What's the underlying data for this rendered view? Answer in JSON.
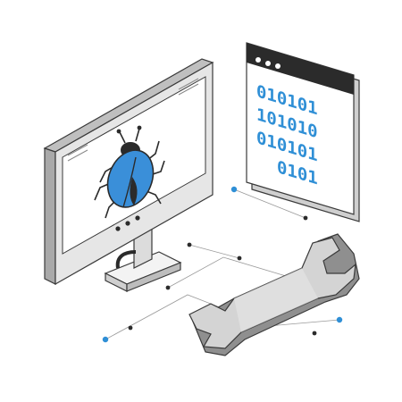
{
  "illustration": {
    "code_window": {
      "binary_lines": [
        "010101",
        "101010",
        "010101",
        "0101"
      ]
    },
    "icons": {
      "monitor": "monitor-icon",
      "bug": "bug-icon",
      "code_window": "browser-window-icon",
      "wrench": "wrench-icon",
      "connectors": "dotted-connector-lines"
    },
    "colors": {
      "accent_blue": "#2f8fd6",
      "bug_blue": "#3a8fd9",
      "dark_gray": "#2b2b2b",
      "light_gray": "#e6e6e6",
      "mid_gray": "#bdbdbd",
      "outline": "#3a3a3a"
    }
  }
}
